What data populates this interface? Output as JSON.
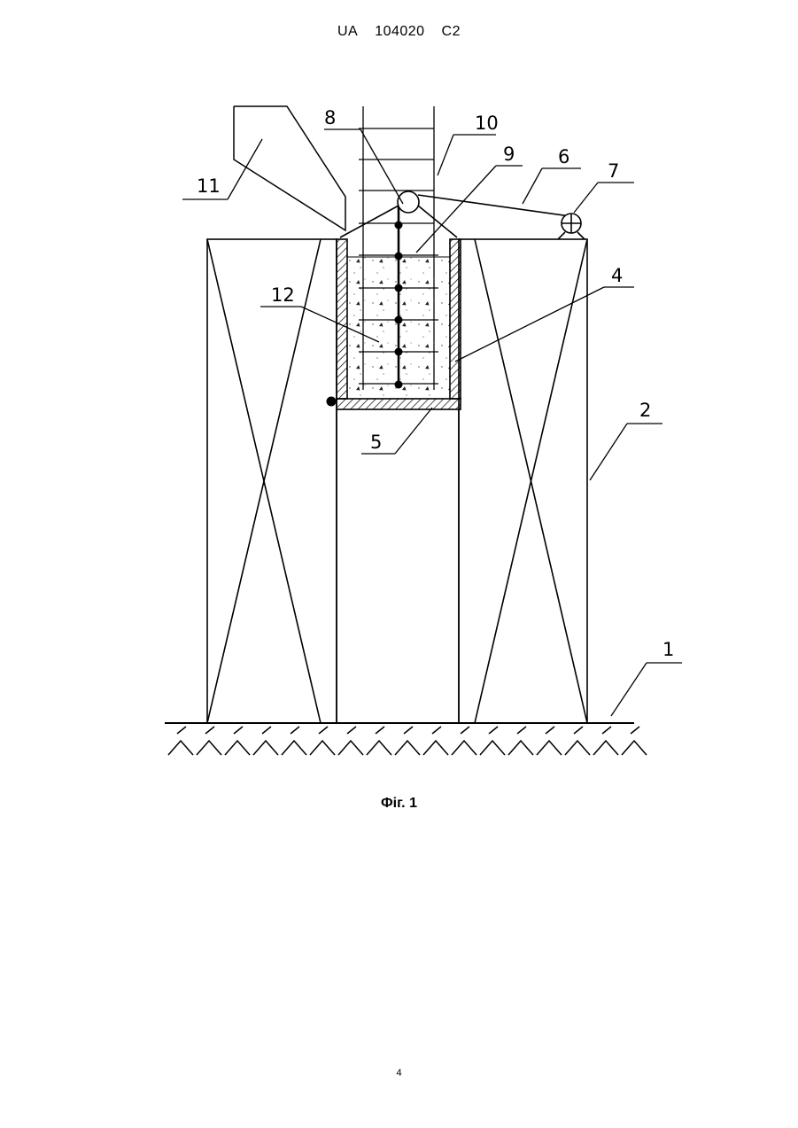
{
  "header": {
    "country": "UA",
    "number": "104020",
    "kind": "C2"
  },
  "figure": {
    "caption": "Фіг. 1",
    "labels": [
      "1",
      "2",
      "4",
      "5",
      "6",
      "7",
      "8",
      "9",
      "10",
      "11",
      "12"
    ]
  },
  "page_number": "4"
}
